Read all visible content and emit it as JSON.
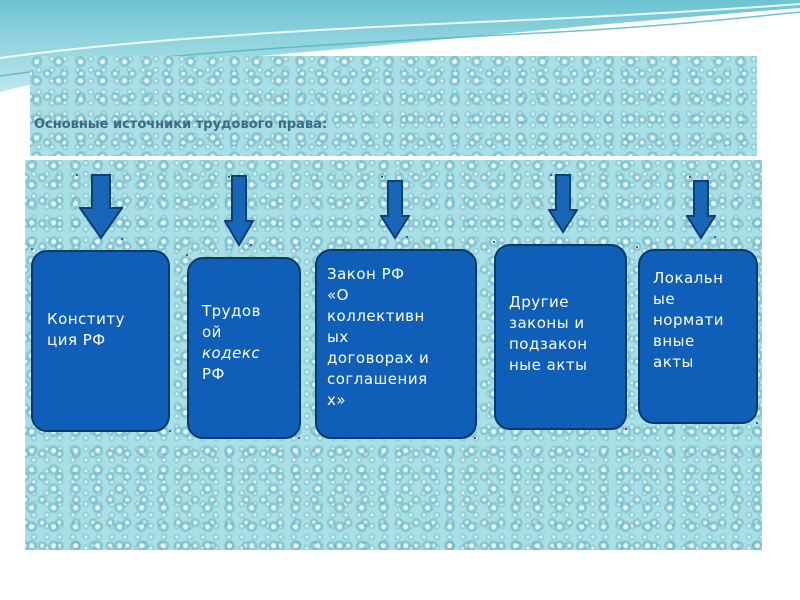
{
  "slide": {
    "title": "Основные источники трудового права:",
    "colors": {
      "box_fill": "#0f5fb8",
      "box_border": "#0a3a6a",
      "arrow": "#1866b8",
      "background": "#a9dfe6"
    }
  },
  "boxes": [
    {
      "lines": [
        "Конститу",
        "ция РФ"
      ]
    },
    {
      "lines": [
        "Трудов",
        "ой",
        "кодекс",
        "РФ"
      ]
    },
    {
      "lines": [
        "Закон РФ",
        "«О",
        "коллективн",
        "ых",
        "договорах и",
        "соглашения",
        "х»"
      ]
    },
    {
      "lines": [
        "Другие",
        "законы и",
        "подзакон",
        "ные акты"
      ]
    },
    {
      "lines": [
        "Локальн",
        "ые",
        "нормати",
        "вные",
        "акты"
      ]
    }
  ]
}
